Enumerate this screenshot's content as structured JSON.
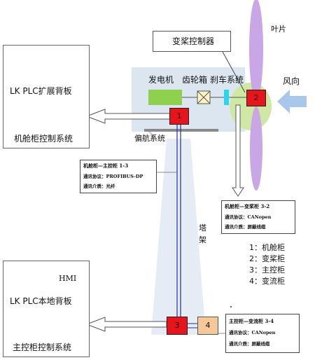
{
  "colors": {
    "nacelle_fill": "#dce6f0",
    "tower_fill": "#e6ecf5",
    "hub_green": "#cfe8a4",
    "generator_green": "#8fd14f",
    "node_red": "#e8141c",
    "node_orange": "#f5c89a",
    "blade_purple": "#c9a6e6",
    "wind_arrow": "#a9c7ea",
    "brake_cyan": "#2ad6ea",
    "cable_blue": "#2a2a9a"
  },
  "nodes": {
    "n1": "1",
    "n2": "2",
    "n3": "3",
    "n4": "4"
  },
  "labels": {
    "pitch_controller": "变桨控制器",
    "blade": "叶片",
    "wind_direction": "风向",
    "generator": "发电机",
    "gearbox": "齿轮箱",
    "brake_system": "刹车系统",
    "yaw_system": "偏航系统",
    "tower": "塔\n架",
    "hmi": "HMI"
  },
  "cabinets": {
    "nacelle_panel_title": "LK PLC扩展背板",
    "nacelle_system": "机舱柜控制系统",
    "main_panel_title": "LK PLC本地背板",
    "main_system": "主控柜控制系统"
  },
  "comm_boxes": {
    "box_1_3": {
      "title": "机舱柜—主控柜 1-3",
      "protocol": "通讯协议：PROFIBUS-DP",
      "medium": "通讯介质：光纤"
    },
    "box_3_2": {
      "title": "机舱柜—变桨柜 3-2",
      "protocol": "通讯协议：CANopen",
      "medium": "通讯介质：屏蔽线缆"
    },
    "box_3_4": {
      "title": "主控柜—变流柜 3-4",
      "protocol": "通讯协议：CANopen",
      "medium": "通讯介质：屏蔽线缆"
    }
  },
  "legend": [
    "1：机舱柜",
    "2：变桨柜",
    "3：主控柜",
    "4：变流柜"
  ]
}
